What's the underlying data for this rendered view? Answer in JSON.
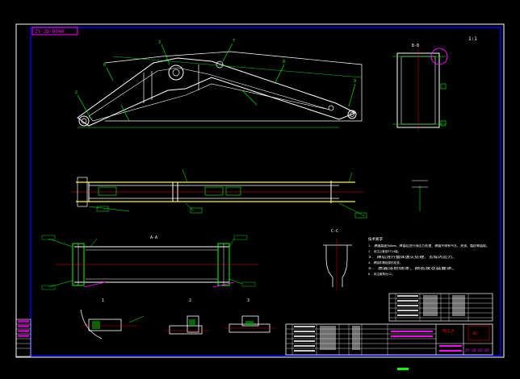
{
  "drawing": {
    "title_tag": "ZY-2D-004A",
    "scale_tag": "1:1",
    "code": "ZY-2D-05-01",
    "company": "哈工大",
    "stamp": "Kc"
  },
  "section_labels": {
    "bb": "B-B",
    "aa": "A-A",
    "cc": "C-C",
    "d1": "1",
    "d2": "2",
    "d3": "3"
  },
  "notes": {
    "title": "技术要求",
    "lines": [
      "1. 焊缝高度为6mm，焊接后进行消应力处理，焊缝不得有气孔、夹渣、裂纹等缺陷。",
      "2. 未注公差按IT14级。",
      "3. 焊后进行整体退火处理，去除内应力。",
      "4. 焊接件需经探伤检查。",
      "5. 表面涂防锈漆，颜色按总装要求。",
      "6. 未注倒角为C2。"
    ]
  },
  "colors": {
    "background": "#000000",
    "border": "#0000ff",
    "green": "#00ff00",
    "white": "#ffffff",
    "yellow": "#ffff00",
    "magenta": "#ff00ff",
    "red": "#ff0000",
    "cyan": "#00ffff"
  }
}
